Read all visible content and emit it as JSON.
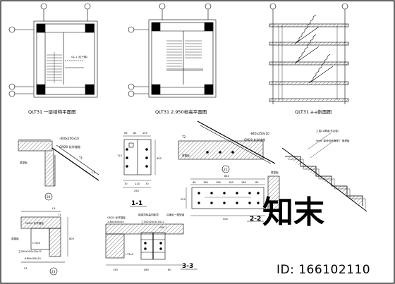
{
  "plans": {
    "plan1_title": "QLT31 一层结构平面图",
    "plan2_title": "QLT31 2.950标高平面图",
    "section_title": "QLT31 a-a剖面图",
    "plan1_label": "GL-1\n(位于梯)"
  },
  "details": {
    "d20_plate": "-400x250x10",
    "d20_note": "GM20 化学锚栓",
    "d20_num": "20",
    "d20_t1": "T1",
    "d20_l1": "L1",
    "d20_side": "原梁板",
    "d1_dims_top": [
      "63",
      "82",
      "105"
    ],
    "d1_dims_bottom": [
      "70",
      "110",
      "70"
    ],
    "d1_total": "250",
    "d1_h1": "110",
    "d1_h2": "400",
    "d1_label": "1-1",
    "d21_top": "-840x250x10",
    "d21_note": "GM20 化学锚栓",
    "d21_num": "21",
    "d21_t2": "T2",
    "d21_side": "原楼板",
    "d2_top_total": "840",
    "d2_dims": [
      "60",
      "180",
      "180",
      "180",
      "180",
      "60"
    ],
    "d2_h": "250",
    "d2_bottom": "500",
    "d2_label": "2-2",
    "d2_note": "原梁板",
    "stair_note1": "上层L1焊接(节点板)",
    "stair_note2": "5mm 单块双面满焊 厂家焊接",
    "d23_l3": "L3",
    "d23_plate": "GM20 化学锚栓",
    "d23_t": "T1",
    "d23_dims": [
      "L75x5",
      "-480x400x10"
    ],
    "d23_angle": "工300x200x10x12",
    "d23_num": "23",
    "d23_side": "原楼板",
    "d23_800": "800",
    "d3_note1": "GM20 化学锚栓",
    "d3_note2": "-480x400x10",
    "d3_note3": "钢梁顶标高同板顶",
    "d3_note4": "并满足一根型钢",
    "d3_beam": "工300x200x10x12",
    "d3_sub": "GPL-1",
    "d3_angle": "L75x5",
    "d3_bottom": [
      "150",
      "480",
      "60"
    ],
    "d3_label": "3-3"
  },
  "watermark": {
    "logo": "知末",
    "id_text": "ID: 166102110"
  }
}
